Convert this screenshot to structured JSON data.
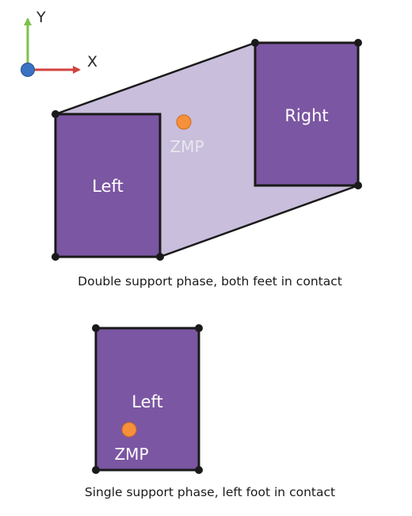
{
  "axes": {
    "x_label": "X",
    "y_label": "Y",
    "x_color": "#d0433f",
    "y_color": "#7cc24a",
    "origin_color": "#3a72c4"
  },
  "colors": {
    "foot": "#7b56a2",
    "support_polygon": "#c9bedb",
    "zmp": "#f7903a",
    "outline": "#1a1a1a"
  },
  "double_support": {
    "left_label": "Left",
    "right_label": "Right",
    "zmp_label": "ZMP",
    "caption": "Double support phase, both feet in contact"
  },
  "single_support": {
    "foot_label": "Left",
    "zmp_label": "ZMP",
    "caption": "Single support phase, left foot in contact"
  }
}
